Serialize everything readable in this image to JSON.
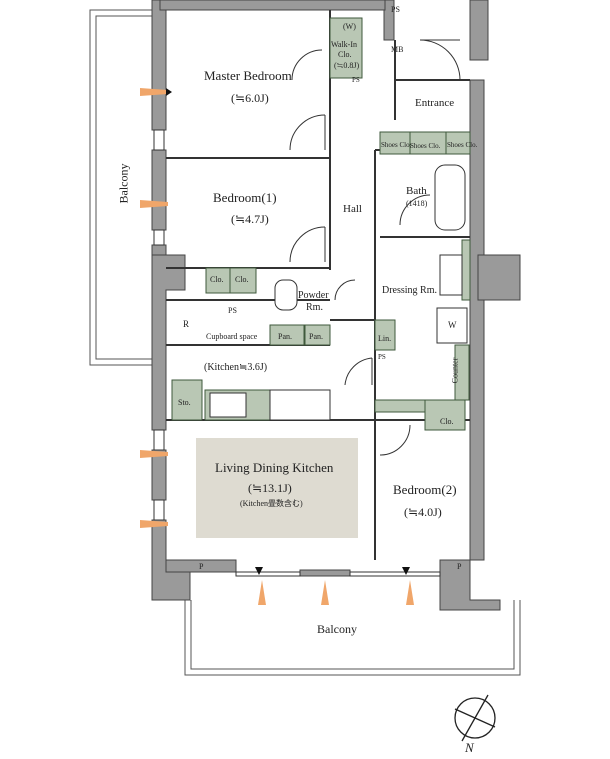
{
  "rooms": {
    "master_bedroom": {
      "name": "Master Bedroom",
      "area": "(≒6.0J)"
    },
    "bedroom1": {
      "name": "Bedroom(1)",
      "area": "(≒4.7J)"
    },
    "bedroom2": {
      "name": "Bedroom(2)",
      "area": "(≒4.0J)"
    },
    "ldk": {
      "name": "Living Dining Kitchen",
      "area": "(≒13.1J)",
      "note": "(Kitchen畳数含む)"
    },
    "kitchen": {
      "name": "(Kitchen≒3.6J)"
    },
    "hall": "Hall",
    "entrance": "Entrance",
    "bath": {
      "name": "Bath",
      "size": "(1418)"
    },
    "dressing": "Dressing Rm.",
    "powder": {
      "line1": "Powder",
      "line2": "Rm."
    },
    "balcony_left": "Balcony",
    "balcony_bottom": "Balcony"
  },
  "storage": {
    "walk_in": {
      "w": "(W)",
      "line1": "Walk-In",
      "line2": "Clo.",
      "area": "(≒0.8J)"
    },
    "ps": "PS",
    "mb": "MB",
    "shoes": [
      "Shoes Clo.",
      "Shoes Clo.",
      "Shoes Clo."
    ],
    "clo": "Clo.",
    "r": "R",
    "cupboard": "Cupboard space",
    "pan": "Pan.",
    "sto": "Sto.",
    "lin": "Lin.",
    "w": "W",
    "counter": "Counter",
    "p": "P"
  },
  "compass": {
    "north": "N"
  },
  "colors": {
    "wall": "#9a9a9a",
    "fixture": "#b9c7b4",
    "fixture_line": "#3f5a3c",
    "ldk_box": "#dedbd1",
    "arrow": "#f0a66a",
    "arrow_blue": "#5b8fc7"
  }
}
